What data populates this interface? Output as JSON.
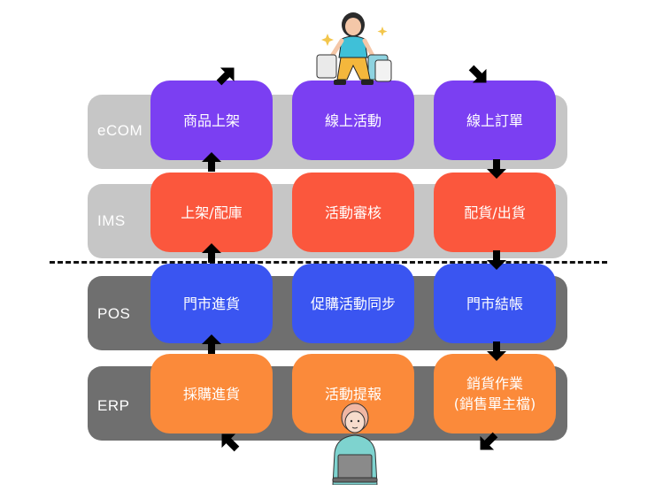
{
  "colors": {
    "band_light": "#c6c6c6",
    "band_dark": "#6f6f6f",
    "ecom": "#7b3ff2",
    "ims": "#fb573d",
    "pos": "#3a55f1",
    "erp": "#fb8a3a",
    "arrow": "#000000"
  },
  "rows": [
    {
      "id": "ecom",
      "label": "eCOM",
      "boxes": [
        "商品上架",
        "線上活動",
        "線上訂單"
      ]
    },
    {
      "id": "ims",
      "label": "IMS",
      "boxes": [
        "上架/配庫",
        "活動審核",
        "配貨/出貨"
      ]
    },
    {
      "id": "pos",
      "label": "POS",
      "boxes": [
        "門市進貨",
        "促購活動同步",
        "門市結帳"
      ]
    },
    {
      "id": "erp",
      "label": "ERP",
      "boxes": [
        "採購進貨",
        "活動提報",
        "銷貨作業\n(銷售單主檔)"
      ]
    }
  ],
  "icons": {
    "shopper": "shopper-with-bags-icon",
    "worker": "person-at-laptop-icon"
  }
}
